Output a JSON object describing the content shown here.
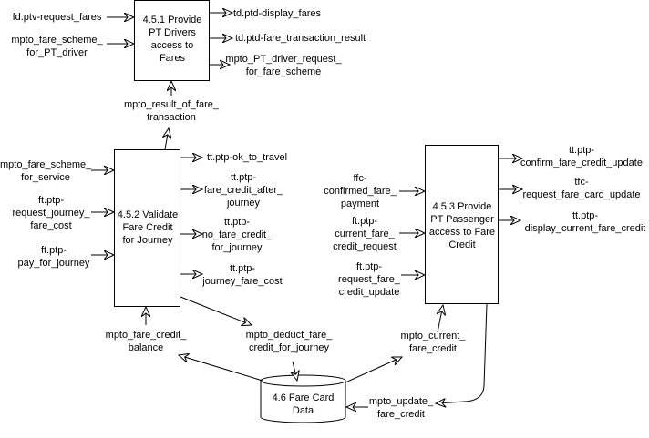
{
  "processes": {
    "p451": [
      "4.5.1 Provide",
      "PT Drivers",
      "access to",
      "Fares"
    ],
    "p452": [
      "4.5.2 Validate",
      "Fare Credit",
      "for Journey"
    ],
    "p453": [
      "4.5.3 Provide",
      "PT Passenger",
      "access to Fare",
      "Credit"
    ]
  },
  "datastore": [
    "4.6 Fare Card",
    "Data"
  ],
  "flows": {
    "fd_ptv_request_fares": [
      "fd.ptv-request_fares"
    ],
    "mpto_fare_scheme_for_pt_driver": [
      "mpto_fare_scheme_",
      "for_PT_driver"
    ],
    "td_ptd_display_fares": [
      "td.ptd-display_fares"
    ],
    "td_ptd_fare_transaction_result": [
      "td.ptd-fare_transaction_result"
    ],
    "mpto_pt_driver_request_for_fare_scheme": [
      "mpto_PT_driver_request_",
      "for_fare_scheme"
    ],
    "mpto_result_of_fare_transaction": [
      "mpto_result_of_fare_",
      "transaction"
    ],
    "mpto_fare_scheme_for_service": [
      "mpto_fare_scheme_",
      "for_service"
    ],
    "ft_ptp_request_journey_fare_cost": [
      "ft.ptp-",
      "request_journey_",
      "fare_cost"
    ],
    "ft_ptp_pay_for_journey": [
      "ft.ptp-",
      "pay_for_journey"
    ],
    "tt_ptp_ok_to_travel": [
      "tt.ptp-ok_to_travel"
    ],
    "tt_ptp_fare_credit_after_journey": [
      "tt.ptp-",
      "fare_credit_after_",
      "journey"
    ],
    "tt_ptp_no_fare_credit_for_journey": [
      "tt.ptp-",
      "no_fare_credit_",
      "for_journey"
    ],
    "tt_ptp_journey_fare_cost": [
      "tt.ptp-",
      "journey_fare_cost"
    ],
    "ffc_confirmed_fare_payment": [
      "ffc-",
      "confirmed_fare_",
      "payment"
    ],
    "ft_ptp_current_fare_credit_request": [
      "ft.ptp-",
      "current_fare_",
      "credit_request"
    ],
    "ft_ptp_request_fare_credit_update": [
      "ft.ptp-",
      "request_fare_",
      "credit_update"
    ],
    "tt_ptp_confirm_fare_credit_update": [
      "tt.ptp-",
      "confirm_fare_credit_update"
    ],
    "tfc_request_fare_card_update": [
      "tfc-",
      "request_fare_card_update"
    ],
    "tt_ptp_display_current_fare_credit": [
      "tt.ptp-",
      "display_current_fare_credit"
    ],
    "mpto_fare_credit_balance": [
      "mpto_fare_credit_",
      "balance"
    ],
    "mpto_deduct_fare_credit_for_journey": [
      "mpto_deduct_fare_",
      "credit_for_journey"
    ],
    "mpto_current_fare_credit": [
      "mpto_current_",
      "fare_credit"
    ],
    "mpto_update_fare_credit": [
      "mpto_update_",
      "fare_credit"
    ]
  }
}
